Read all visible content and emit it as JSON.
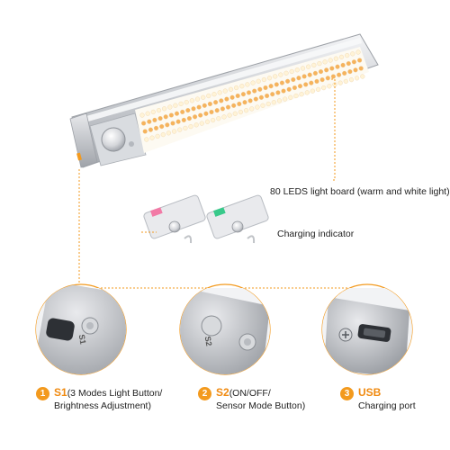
{
  "annotations": {
    "led_board": "80 LEDS light board (warm and white light)",
    "charging_indicator": "Charging indicator"
  },
  "features": [
    {
      "number": "1",
      "name": "S1",
      "line1": "(3 Modes Light Button/",
      "line2": "Brightness Adjustment)"
    },
    {
      "number": "2",
      "name": "S2",
      "line1": "(ON/OFF/",
      "line2": "Sensor Mode Button)"
    },
    {
      "number": "3",
      "name": "USB",
      "line1": "",
      "line2": "Charging port"
    }
  ],
  "detail_marks": {
    "s1": "S1",
    "s2": "S2"
  },
  "colors": {
    "accent": "#f39a1e",
    "warm_led": "#f6b35c",
    "white_led": "#fff3d6",
    "silver": "#c9ccd1"
  },
  "icons": [
    "pir-sensor-icon",
    "magnifier-circle-icon",
    "usb-port-icon"
  ]
}
